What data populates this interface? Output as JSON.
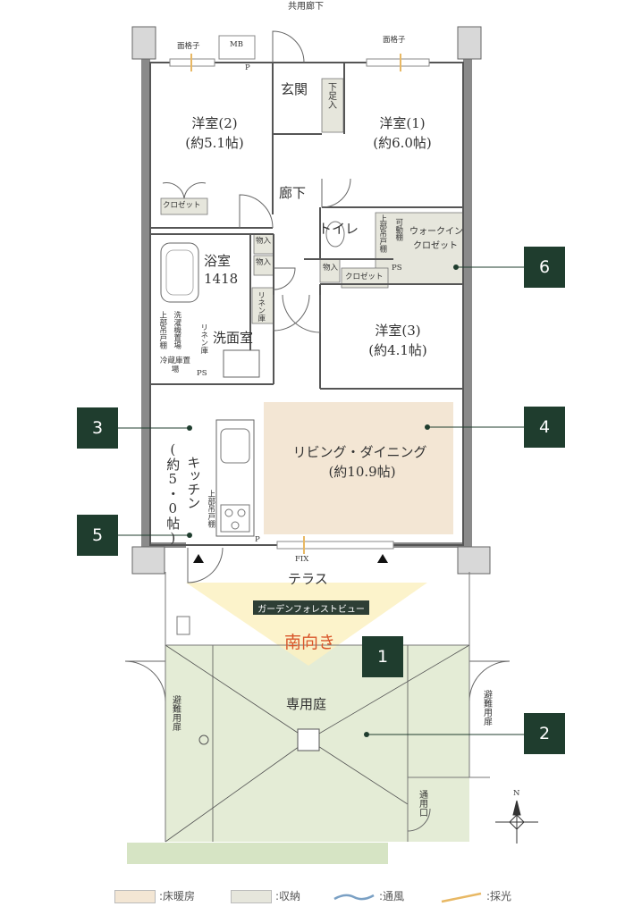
{
  "top_label": "共用廊下",
  "rooms": {
    "western2": {
      "name": "洋室(2)",
      "size": "(約5.1帖)"
    },
    "western1": {
      "name": "洋室(1)",
      "size": "(約6.0帖)"
    },
    "western3": {
      "name": "洋室(3)",
      "size": "(約4.1帖)"
    },
    "living": {
      "name": "リビング・ダイニング",
      "size": "(約10.9帖)"
    },
    "kitchen": {
      "name": "キッチン",
      "size": "(約5・0帖)"
    },
    "bath": {
      "name": "浴室",
      "size": "1418"
    },
    "washroom": "洗面室",
    "entrance": "玄関",
    "hallway": "廊下",
    "toilet": "トイレ",
    "walkin": {
      "line1": "ウォークイン",
      "line2": "クロゼット"
    },
    "terrace": "テラス",
    "garden": "専用庭"
  },
  "fixtures": {
    "lattice": "面格子",
    "mb": "MB",
    "p": "P",
    "shoe": "下足入",
    "closet": "クロゼット",
    "storage": "物入",
    "linen": "リネン庫",
    "upper_cabinet": "上部吊戸棚",
    "movable_shelf": "可動棚",
    "ps": "PS",
    "washer": "洗濯機置場",
    "fridge": "冷蔵庫置場",
    "fix": "FIX",
    "evac_door": "避難用扉",
    "gate": "通用口",
    "north": "N"
  },
  "banner": "ガーデンフォレストビュー",
  "south_label": "南向き",
  "badges": [
    "1",
    "2",
    "3",
    "4",
    "5",
    "6"
  ],
  "legend": [
    {
      "label": ":床暖房",
      "color": "#f3e6d4"
    },
    {
      "label": ":収納",
      "color": "#e6e6dc"
    },
    {
      "label": ":通風",
      "color": "#7aa0c4"
    },
    {
      "label": ":採光",
      "color": "#e8b864"
    }
  ]
}
